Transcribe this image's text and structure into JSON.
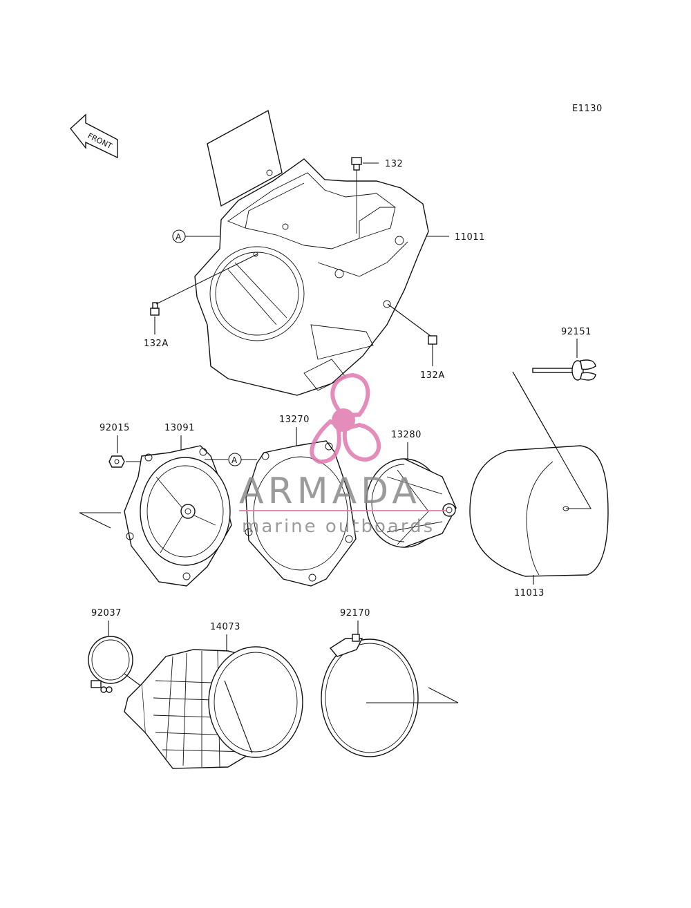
{
  "diagram_code": "E1130",
  "front_label": "FRONT",
  "ref_marker": "A",
  "callouts": {
    "p132": "132",
    "p11011": "11011",
    "p132A_left": "132A",
    "p132A_right": "132A",
    "p92151": "92151",
    "p92015": "92015",
    "p13091": "13091",
    "p13270": "13270",
    "p13280": "13280",
    "p11013": "11013",
    "p92037": "92037",
    "p14073": "14073",
    "p92170": "92170"
  },
  "watermark": {
    "brand": "ARMADA",
    "tagline": "marine outboards",
    "color": "#e07ab0"
  }
}
